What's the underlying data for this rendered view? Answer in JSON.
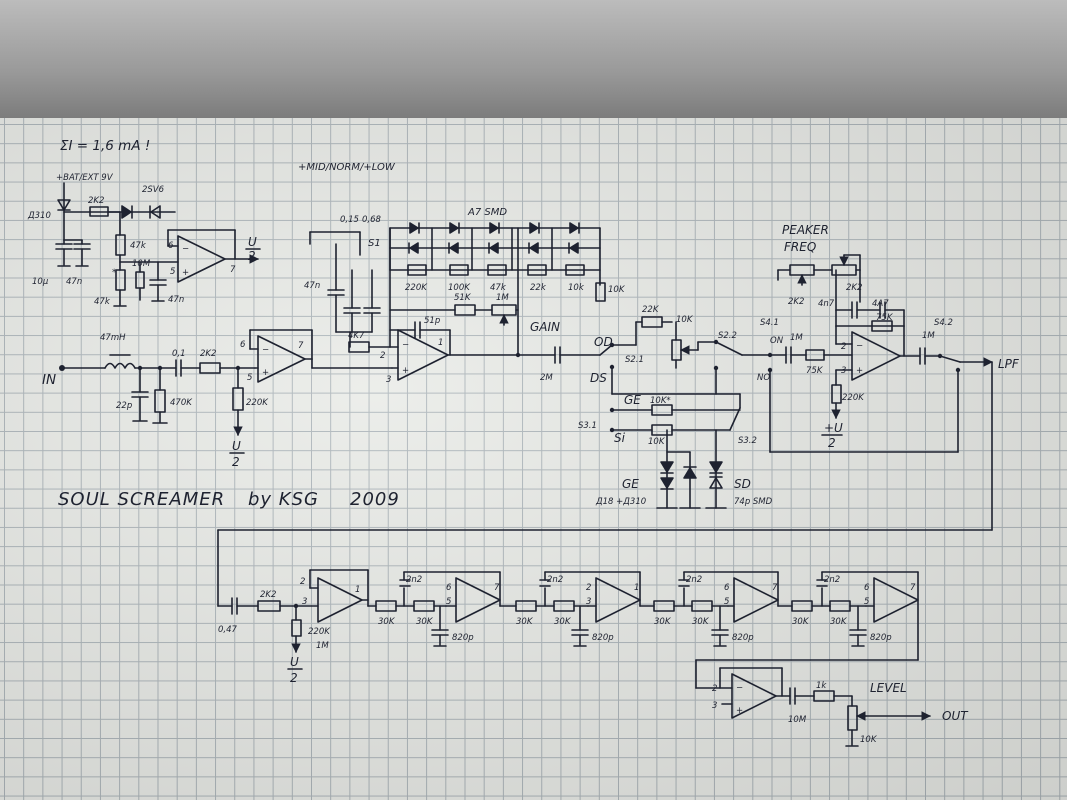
{
  "notes": {
    "current": "ΣI = 1,6 mA !",
    "modes": "+MID/NORM/+LOW",
    "title": "SOUL SCREAMER",
    "author": "by KSG",
    "year": "2009"
  },
  "supply": {
    "bat": "+BAT/EXT 9V",
    "d310": "Д310",
    "r2k2": "2K2",
    "zener": "2SV6",
    "c1": "10μ",
    "c2": "47n",
    "r47k_a": "47k",
    "r10m": "10M",
    "r47k_b": "47k",
    "c47n": "47n",
    "pin6": "6",
    "pin5": "5",
    "pin7": "7",
    "u": "U",
    "half": "2",
    "star": "*"
  },
  "input": {
    "in": "IN",
    "l": "47mH",
    "c01": "0,1",
    "r2k2": "2K2",
    "c22p": "22p",
    "r470k": "470K",
    "r220k": "220K",
    "u": "U",
    "half": "2",
    "pin6": "6",
    "pin7": "7",
    "pin5": "5"
  },
  "clip": {
    "c015": "0,15",
    "c068": "0,68",
    "s1": "S1",
    "diodes": "A7 SMD",
    "c47n": "47n",
    "r4k7": "4K7",
    "c51p": "51p",
    "r51k": "51K",
    "r1m": "1M",
    "gain": "GAIN",
    "pin1": "1",
    "pin2": "2",
    "pin3": "3",
    "r220k": "220K",
    "r100k": "100K",
    "r47k": "47k",
    "r22k": "22k",
    "r10k": "10k",
    "r10k_end": "10K"
  },
  "switch": {
    "od": "OD",
    "ds": "DS",
    "c2m": "2M",
    "r22k": "22K",
    "r10k": "10K",
    "s21": "S2.1",
    "s22": "S2.2",
    "s31": "S3.1",
    "s32": "S3.2",
    "ge": "GE",
    "si": "Si",
    "r10k_ge": "10K*",
    "r10k_si": "10K",
    "ge_diodes": "GE",
    "ge_part": "Д18 +Д310",
    "sd": "SD",
    "sd_part": "74p SMD"
  },
  "peaker": {
    "title": "PEAKER",
    "freq": "FREQ",
    "r2k2_a": "2K2",
    "r2k2_b": "2K2",
    "c4n7_a": "4n7",
    "c4n7_b": "4A7",
    "r75k_a": "75K",
    "r75k_b": "75K",
    "c1m": "1M",
    "on": "ON",
    "no": "NO",
    "s41": "S4.1",
    "s42": "S4.2",
    "c1m_out": "1M",
    "lpf": "LPF",
    "r220k": "220K",
    "u": "+U",
    "half": "2",
    "pin2": "2",
    "pin3": "3"
  },
  "lpf": {
    "c047": "0,47",
    "r2k2": "2K2",
    "r220k": "220K",
    "r1m": "1M",
    "u": "U",
    "half": "2",
    "pin2": "2",
    "pin3": "3",
    "pin1": "1",
    "r30k": "30K",
    "c2n2": "2n2",
    "c820p": "820p",
    "pin5": "5",
    "pin6": "6",
    "pin7": "7"
  },
  "output": {
    "level": "LEVEL",
    "r1k": "1k",
    "c10m": "10M",
    "r10k": "10K",
    "out": "OUT",
    "pin2": "2",
    "pin3": "3"
  }
}
